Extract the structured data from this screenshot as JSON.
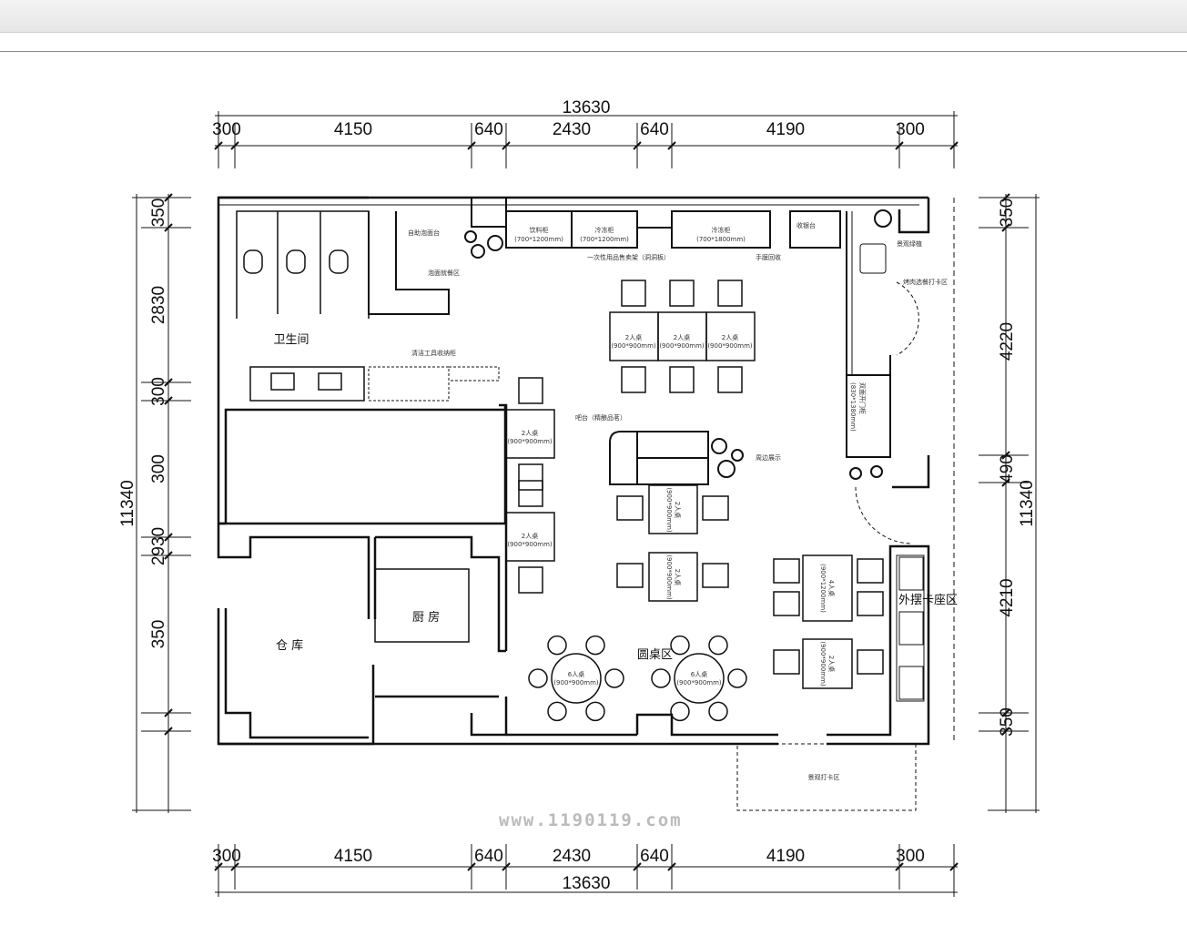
{
  "dimensions": {
    "total_width": "13630",
    "top_segments": [
      "300",
      "4150",
      "640",
      "2430",
      "640",
      "4190",
      "300"
    ],
    "total_height": "11340",
    "left_segments": [
      "350",
      "2830",
      "300",
      "300",
      "2930",
      "350"
    ],
    "right_segments": [
      "350",
      "4220",
      "490",
      "4210",
      "350"
    ]
  },
  "rooms": {
    "restroom": "卫生间",
    "storage": "仓 库",
    "kitchen": "厨 房",
    "round_table_area": "圆桌区",
    "outdoor_booth": "外摆卡座区"
  },
  "fixtures": {
    "self_brew": "自助泡面台",
    "noodle_dining": "泡面就餐区",
    "drink_cabinet": "饮料柜",
    "drink_cabinet_size": "(700*1200mm)",
    "freezer1": "冷冻柜",
    "freezer1_size": "(700*1200mm)",
    "freezer2": "冷冻柜",
    "freezer2_size": "(700*1800mm)",
    "cashier": "收银台",
    "disposable_rack": "一次性用品售卖架（洞洞板）",
    "film_recycle": "手膜回收",
    "green_plant": "景观绿植",
    "bbq_checkin": "烤肉选餐打卡区",
    "double_door_cabinet": "双面开门柜",
    "double_door_size": "(830*1380mm)",
    "cleaning_storage": "清洁工具收纳柜",
    "bar_counter": "吧台（精酿品茗）",
    "peripheral_display": "周边展示",
    "scenic_checkin": "景观打卡区"
  },
  "tables": {
    "two_person": "2人桌",
    "two_person_size": "(900*900mm)",
    "four_person": "4人桌",
    "four_person_size": "(900*1200mm)",
    "round": "6人桌",
    "round_size": "(900*900mm)"
  },
  "watermark": "www.1190119.com"
}
